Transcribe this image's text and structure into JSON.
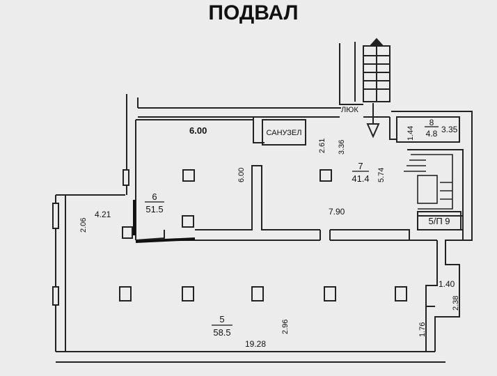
{
  "title": "ПОДВАЛ",
  "labels": {
    "hatch": "ЛЮК",
    "bathroom": "САНУЗЕЛ"
  },
  "rooms": {
    "r5": {
      "num": "5",
      "area": "58.5"
    },
    "r6": {
      "num": "6",
      "area": "51.5"
    },
    "r7": {
      "num": "7",
      "area": "41.4"
    },
    "r8": {
      "num": "8",
      "area": "4.8"
    },
    "r9": {
      "label": "5/П 9"
    }
  },
  "dims": {
    "d600_top": "6.00",
    "d600_vert": "6.00",
    "d261": "2.61",
    "d336": "3.36",
    "d574": "5.74",
    "d790": "7.90",
    "d421": "4.21",
    "d206": "2.06",
    "d144": "1.44",
    "d335": "3.35",
    "d140": "1.40",
    "d238": "2.38",
    "d176": "1.76",
    "d296": "2.96",
    "d1928": "19.28"
  }
}
